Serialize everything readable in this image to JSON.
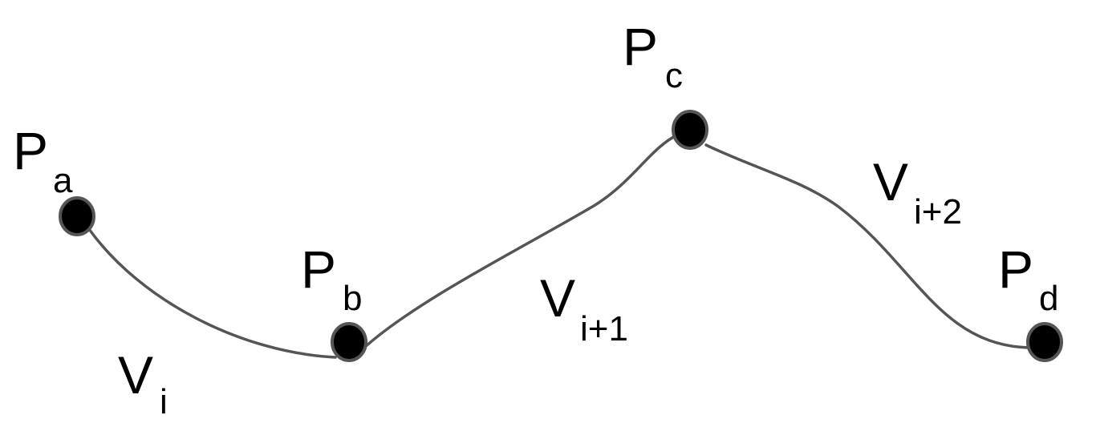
{
  "points": [
    {
      "id": "a",
      "main": "P",
      "sub": "a"
    },
    {
      "id": "b",
      "main": "P",
      "sub": "b"
    },
    {
      "id": "c",
      "main": "P",
      "sub": "c"
    },
    {
      "id": "d",
      "main": "P",
      "sub": "d"
    }
  ],
  "segments": [
    {
      "id": "i",
      "main": "V",
      "sub": "i"
    },
    {
      "id": "i1",
      "main": "V",
      "sub": "i+1"
    },
    {
      "id": "i2",
      "main": "V",
      "sub": "i+2"
    }
  ],
  "colors": {
    "curve": "#555555",
    "node_fill": "#000000",
    "node_stroke": "#555555",
    "text": "#000000"
  }
}
